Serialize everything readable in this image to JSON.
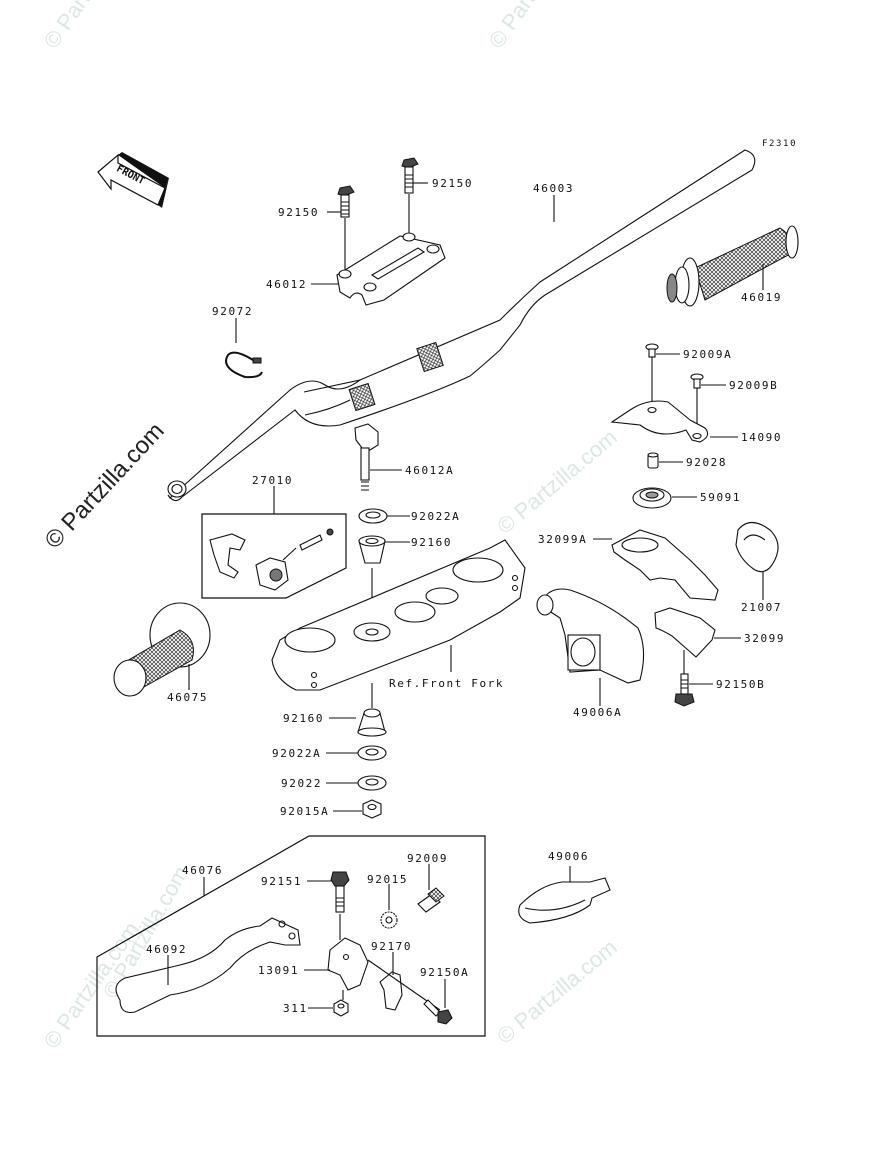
{
  "diagram": {
    "code": "F2310",
    "direction_label": "FRONT",
    "watermark": "© Partzilla.com",
    "reference_note": "Ref.Front Fork",
    "colors": {
      "line": "#111111",
      "watermark": "#dbe8e2",
      "background": "#ffffff"
    }
  },
  "labels": {
    "p46003": "46003",
    "p92150_a": "92150",
    "p92150_b": "92150",
    "p46012": "46012",
    "p92072": "92072",
    "p46019": "46019",
    "p92009A": "92009A",
    "p92009B": "92009B",
    "p14090": "14090",
    "p92028": "92028",
    "p59091": "59091",
    "p46012A": "46012A",
    "p27010": "27010",
    "p92022A_top": "92022A",
    "p92160_top": "92160",
    "p32099A": "32099A",
    "p21007": "21007",
    "p32099": "32099",
    "p92150B": "92150B",
    "p49006A": "49006A",
    "p46075": "46075",
    "p92160_bot": "92160",
    "p92022A_bot": "92022A",
    "p92022": "92022",
    "p92015A": "92015A",
    "p46076": "46076",
    "p92151": "92151",
    "p92015": "92015",
    "p92009": "92009",
    "p49006": "49006",
    "p46092": "46092",
    "p13091": "13091",
    "p92170": "92170",
    "p92150A": "92150A",
    "p311": "311"
  }
}
